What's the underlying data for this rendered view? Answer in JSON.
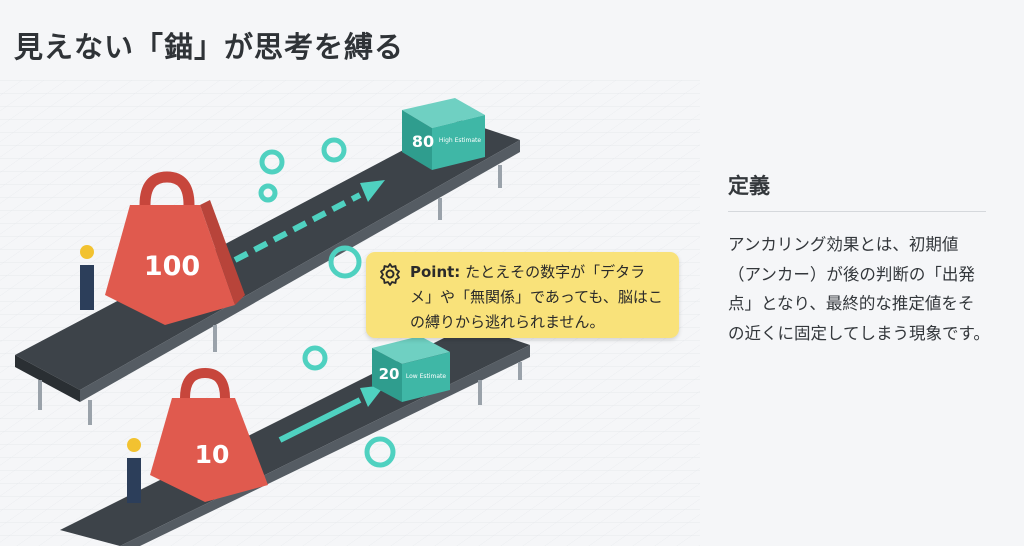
{
  "title": "見えない「錨」が思考を縛る",
  "definition": {
    "heading": "定義",
    "body": "アンカリング効果とは、初期値（アンカー）が後の判断の「出発点」となり、最終的な推定値をその近くに固定してしまう現象です。"
  },
  "callout": {
    "label": "Point:",
    "text": "たとえその数字が「デタラメ」や「無関係」であっても、脳はこの縛りから逃れられません。",
    "icon": "gear-icon"
  },
  "illustration": {
    "top": {
      "weight": "100",
      "box_value": "80",
      "box_label": "High Estimate"
    },
    "bottom": {
      "weight": "10",
      "box_value": "20",
      "box_label": "Low Estimate"
    }
  },
  "colors": {
    "weight": "#e05a4e",
    "box": "#3fb7a6",
    "callout": "#f9e27a",
    "belt": "#3d4349",
    "accent": "#4fd1c0"
  }
}
